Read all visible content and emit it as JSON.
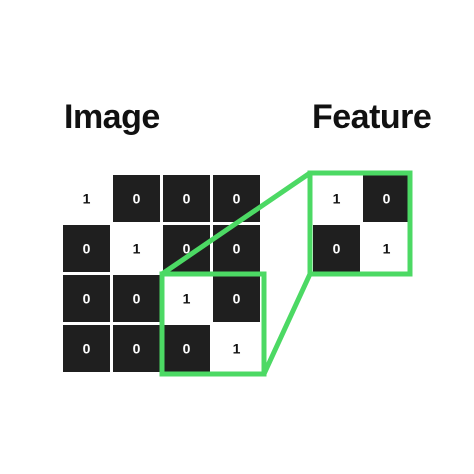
{
  "titles": {
    "image": "Image",
    "feature": "Feature"
  },
  "image_grid": [
    [
      "1",
      "0",
      "0",
      "0"
    ],
    [
      "0",
      "1",
      "0",
      "0"
    ],
    [
      "0",
      "0",
      "1",
      "0"
    ],
    [
      "0",
      "0",
      "0",
      "1"
    ]
  ],
  "feature_grid": [
    [
      "1",
      "0"
    ],
    [
      "0",
      "1"
    ]
  ],
  "colors": {
    "one_cell": "#ffffff",
    "zero_cell": "#1f1f1f",
    "one_text": "#111111",
    "zero_text": "#ffffff",
    "highlight": "#4cd964"
  }
}
